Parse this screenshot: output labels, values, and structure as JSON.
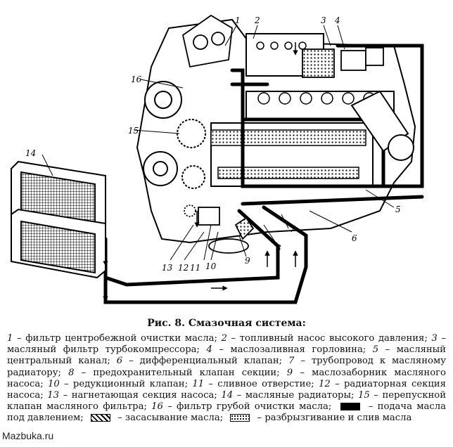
{
  "diagram": {
    "callouts": [
      "1",
      "2",
      "3",
      "4",
      "5",
      "6",
      "7",
      "8",
      "9",
      "10",
      "11",
      "12",
      "13",
      "14",
      "15",
      "16"
    ]
  },
  "caption": {
    "title": "Рис. 8. Смазочная система:",
    "items": [
      {
        "num": "1",
        "text": "фильтр центробежной очистки масла;"
      },
      {
        "num": "2",
        "text": "топливный насос высокого давления;"
      },
      {
        "num": "3",
        "text": "масляный фильтр турбокомпрессора;"
      },
      {
        "num": "4",
        "text": "маслозаливная горловина;"
      },
      {
        "num": "5",
        "text": "масляный центральный канал;"
      },
      {
        "num": "6",
        "text": "дифференциальный клапан;"
      },
      {
        "num": "7",
        "text": "трубопровод к масляному радиатору;"
      },
      {
        "num": "8",
        "text": "предохранительный клапан секции;"
      },
      {
        "num": "9",
        "text": "маслозаборник масляного насоса;"
      },
      {
        "num": "10",
        "text": "редукционный клапан;"
      },
      {
        "num": "11",
        "text": "сливное отверстие;"
      },
      {
        "num": "12",
        "text": "радиаторная секция насоса;"
      },
      {
        "num": "13",
        "text": "нагнетающая секция насоса;"
      },
      {
        "num": "14",
        "text": "масляные радиаторы;"
      },
      {
        "num": "15",
        "text": "перепускной клапан масляного фильтра;"
      },
      {
        "num": "16",
        "text": "фильтр грубой очистки масла;"
      }
    ],
    "legend_pressure": "подача масла под давлением;",
    "legend_suction": "засасывание масла;",
    "legend_spray": "разбрызгивание и слив масла"
  },
  "watermark": "Mazbuka.ru"
}
